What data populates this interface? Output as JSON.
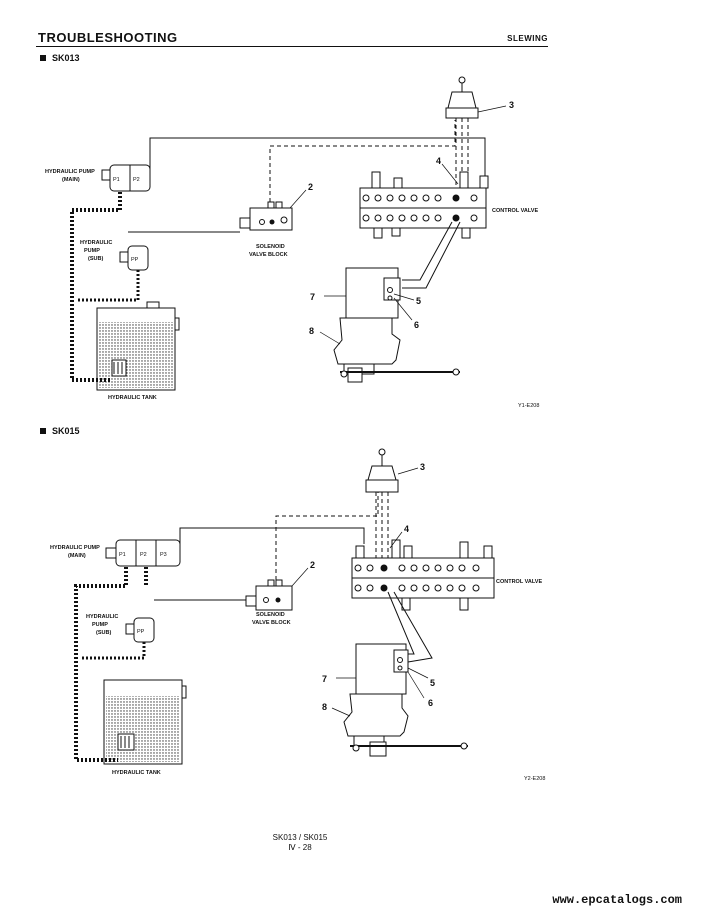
{
  "header": {
    "title": "TROUBLESHOOTING",
    "section": "SLEWING"
  },
  "diagrams": [
    {
      "model": "SK013",
      "labels": {
        "pump_main": [
          "HYDRAULIC PUMP",
          "(MAIN)"
        ],
        "pump_sub": [
          "HYDRAULIC",
          "PUMP",
          "(SUB)"
        ],
        "tank": "HYDRAULIC TANK",
        "solenoid": [
          "SOLENOID",
          "VALVE BLOCK"
        ],
        "control_valve": "CONTROL VALVE",
        "p1": "P1",
        "p2": "P2",
        "pp": "PP",
        "fig_code": "Y1-E208"
      },
      "callouts": [
        "2",
        "3",
        "4",
        "5",
        "6",
        "7",
        "8"
      ]
    },
    {
      "model": "SK015",
      "labels": {
        "pump_main": [
          "HYDRAULIC PUMP",
          "(MAIN)"
        ],
        "pump_sub": [
          "HYDRAULIC",
          "PUMP",
          "(SUB)"
        ],
        "tank": "HYDRAULIC TANK",
        "solenoid": [
          "SOLENOID",
          "VALVE BLOCK"
        ],
        "control_valve": "CONTROL VALVE",
        "p1": "P1",
        "p2": "P2",
        "p3": "P3",
        "pp": "PP",
        "fig_code": "Y2-E208"
      },
      "callouts": [
        "2",
        "3",
        "4",
        "5",
        "6",
        "7",
        "8"
      ]
    }
  ],
  "footer": {
    "models": "SK013 / SK015",
    "page": "Ⅳ - 28"
  },
  "watermark": "www.epcatalogs.com"
}
